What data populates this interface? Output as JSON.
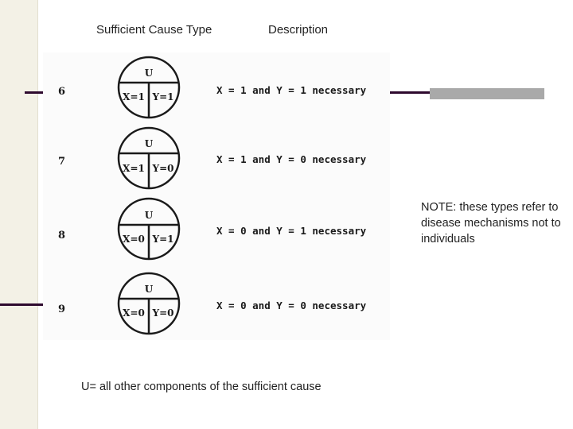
{
  "header": {
    "col1": "Sufficient Cause Type",
    "col2": "Description"
  },
  "rows": [
    {
      "num": "6",
      "top": "U",
      "left": "X=1",
      "right": "Y=1",
      "description": "X = 1 and Y = 1 necessary"
    },
    {
      "num": "7",
      "top": "U",
      "left": "X=1",
      "right": "Y=0",
      "description": "X = 1 and Y = 0 necessary"
    },
    {
      "num": "8",
      "top": "U",
      "left": "X=0",
      "right": "Y=1",
      "description": "X = 0 and Y = 1 necessary"
    },
    {
      "num": "9",
      "top": "U",
      "left": "X=0",
      "right": "Y=0",
      "description": "X = 0 and Y = 0 necessary"
    }
  ],
  "note": "NOTE: these types refer to disease mechanisms not to individuals",
  "footer": "U= all other components of the sufficient cause",
  "colors": {
    "rule": "#2e0a2e",
    "rule_grey": "#a9a9a9",
    "strip": "#f3f1e6"
  }
}
